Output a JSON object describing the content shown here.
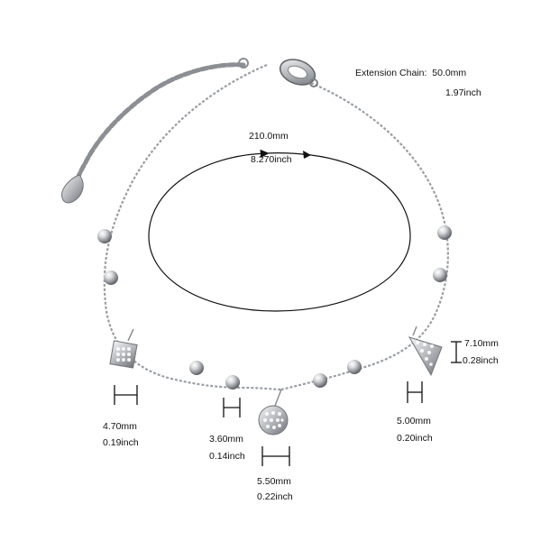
{
  "extension_chain": {
    "label": "Extension Chain:",
    "mm": "50.0mm",
    "inch": "1.97inch"
  },
  "circumference": {
    "mm": "210.0mm",
    "inch": "8.270inch"
  },
  "charm_square": {
    "mm": "4.70mm",
    "inch": "0.19inch"
  },
  "charm_small": {
    "mm": "3.60mm",
    "inch": "0.14inch"
  },
  "charm_circle": {
    "mm": "5.50mm",
    "inch": "0.22inch"
  },
  "charm_triangle_width": {
    "mm": "5.00mm",
    "inch": "0.20inch"
  },
  "charm_triangle_height": {
    "mm": "7.10mm",
    "inch": "0.28inch"
  },
  "colors": {
    "metal": "#b9bcc0",
    "metal_dark": "#7d8186",
    "annotation": "#111111",
    "background": "#ffffff"
  }
}
